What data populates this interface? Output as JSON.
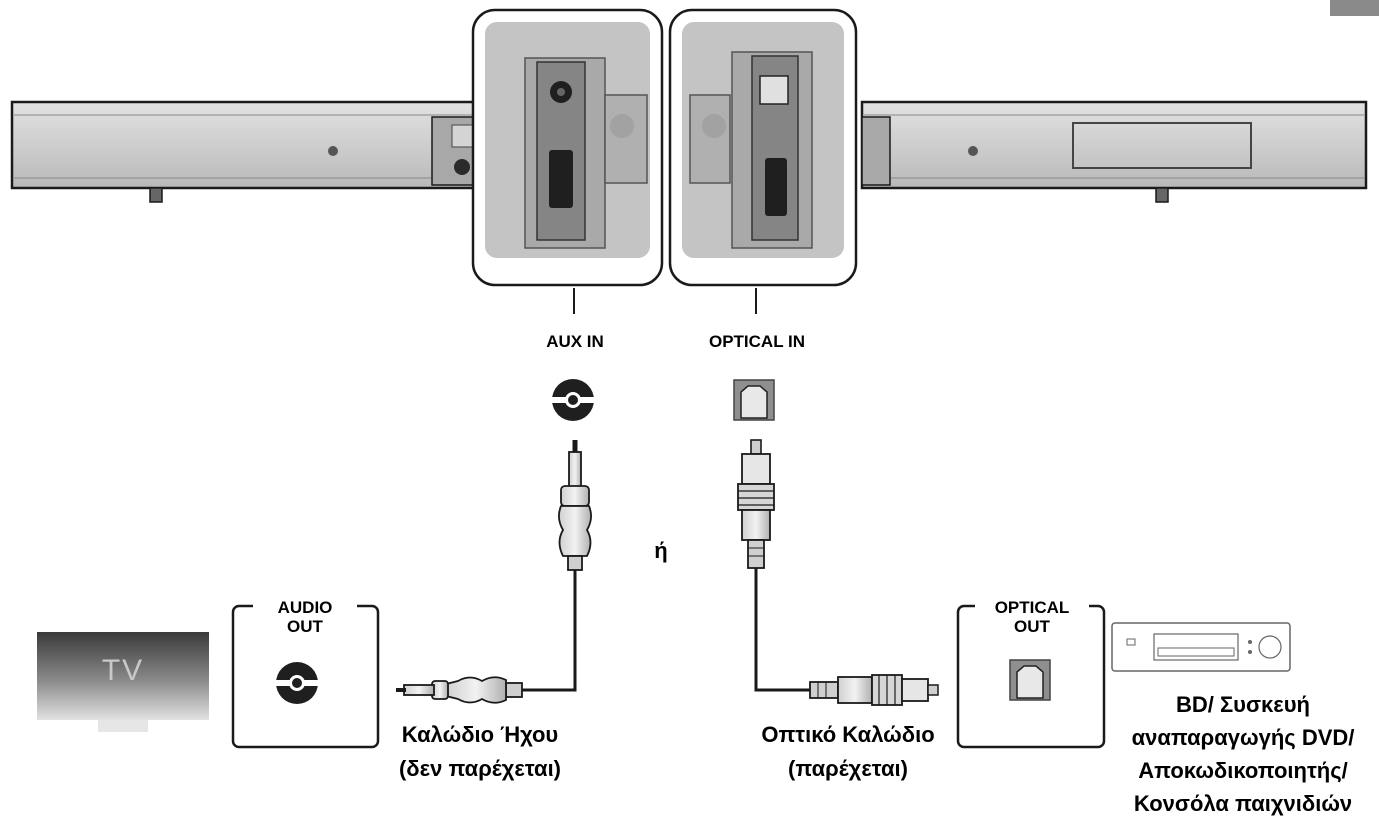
{
  "labels": {
    "aux_in": "AUX IN",
    "optical_in": "OPTICAL IN",
    "or_word": "ή",
    "tv": "TV",
    "audio_out_line1": "AUDIO",
    "audio_out_line2": "OUT",
    "optical_out_line1": "OPTICAL",
    "optical_out_line2": "OUT",
    "audio_cable_line1": "Καλώδιο Ήχου",
    "audio_cable_line2": "(δεν παρέχεται)",
    "optical_cable_line1": "Οπτικό Καλώδιο",
    "optical_cable_line2": "(παρέχεται)",
    "device_line1": "BD/ Συσκευή",
    "device_line2": "αναπαραγωγής DVD/",
    "device_line3": "Αποκωδικοποιητής/",
    "device_line4": "Κονσόλα παιχνιδιών"
  },
  "colors": {
    "outline": "#1a1a1a",
    "soundbar_fill": "#c9c9c9",
    "panel_fill": "#bdbdbd",
    "tv_dark": "#3a3a3a",
    "tv_light": "#d8d8d8",
    "corner_tab": "#8a8a8a"
  }
}
